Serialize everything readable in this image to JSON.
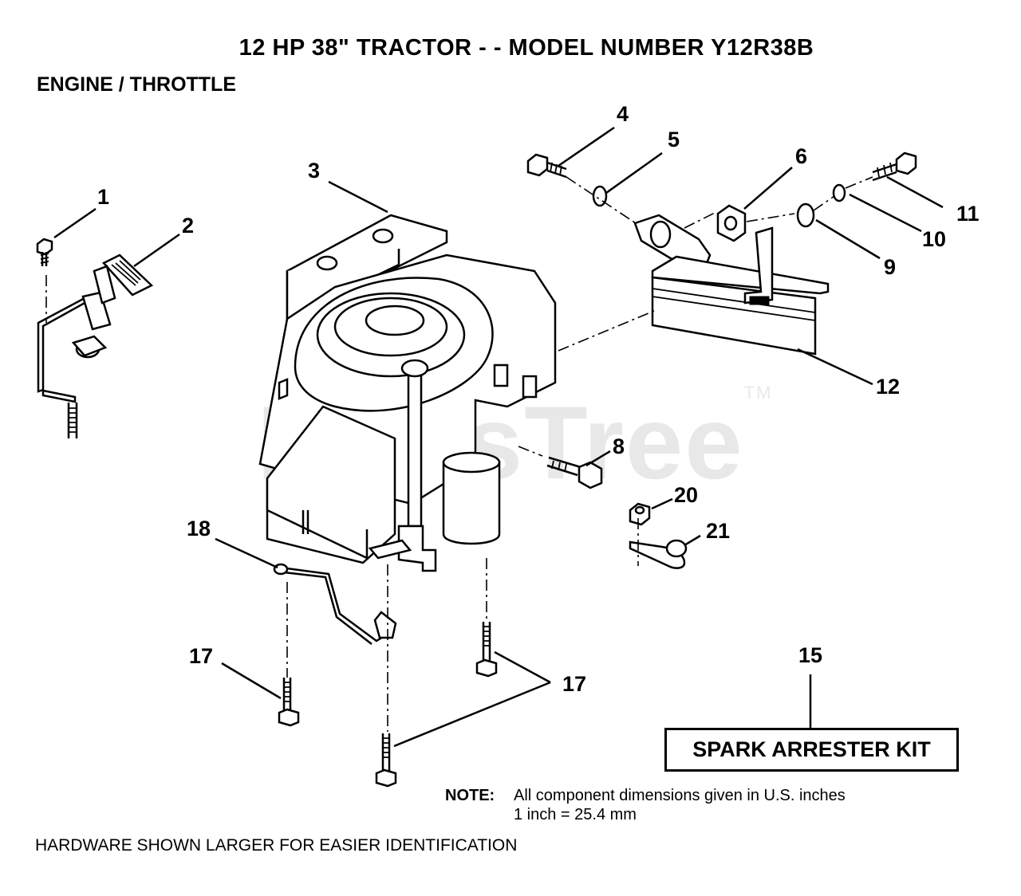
{
  "title": "12 HP 38\" TRACTOR - - MODEL NUMBER Y12R38B",
  "subtitle": "ENGINE / THROTTLE",
  "callouts": {
    "c1": "1",
    "c2": "2",
    "c3": "3",
    "c4": "4",
    "c5": "5",
    "c6": "6",
    "c8": "8",
    "c9": "9",
    "c10": "10",
    "c11": "11",
    "c12": "12",
    "c15": "15",
    "c17a": "17",
    "c17b": "17",
    "c18": "18",
    "c20": "20",
    "c21": "21"
  },
  "kit_label": "SPARK ARRESTER KIT",
  "note": {
    "label": "NOTE:",
    "line1": "All component dimensions given in U.S. inches",
    "line2": "1 inch = 25.4 mm"
  },
  "footer": "HARDWARE SHOWN LARGER FOR EASIER IDENTIFICATION",
  "watermark": {
    "text": "PartsTree",
    "tm": "TM"
  }
}
